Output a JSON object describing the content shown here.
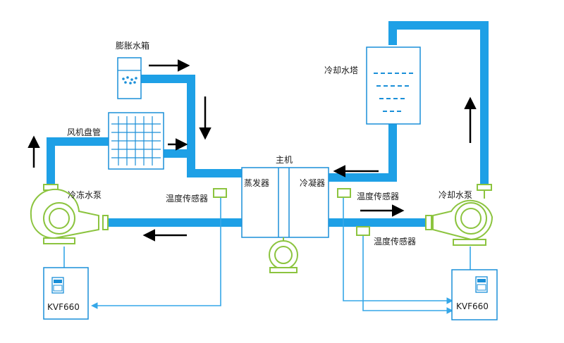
{
  "labels": {
    "expansion_tank": "膨胀水箱",
    "fan_coil": "风机盘管",
    "chilled_pump": "冷冻水泵",
    "main_unit": "主机",
    "evaporator": "蒸发器",
    "condenser": "冷凝器",
    "cooling_tower": "冷却水塔",
    "cooling_pump": "冷却水泵",
    "sensor_left": "温度传感器",
    "sensor_right_upper": "温度传感器",
    "sensor_right_lower": "温度传感器",
    "vfd_left": "KVF660",
    "vfd_right": "KVF660"
  },
  "colors": {
    "water_pipe": "#1ea0e6",
    "signal_line": "#35a7e8",
    "equipment_outline": "#1a8fd8",
    "pump_green": "#8cc43f",
    "flow_arrow": "#000000",
    "equipment_fill": "#ffffff"
  },
  "icons": {
    "pump": "centrifugal-pump-icon",
    "compressor": "compressor-icon",
    "vfd": "variable-frequency-drive-icon",
    "sensor": "temperature-sensor-icon"
  }
}
